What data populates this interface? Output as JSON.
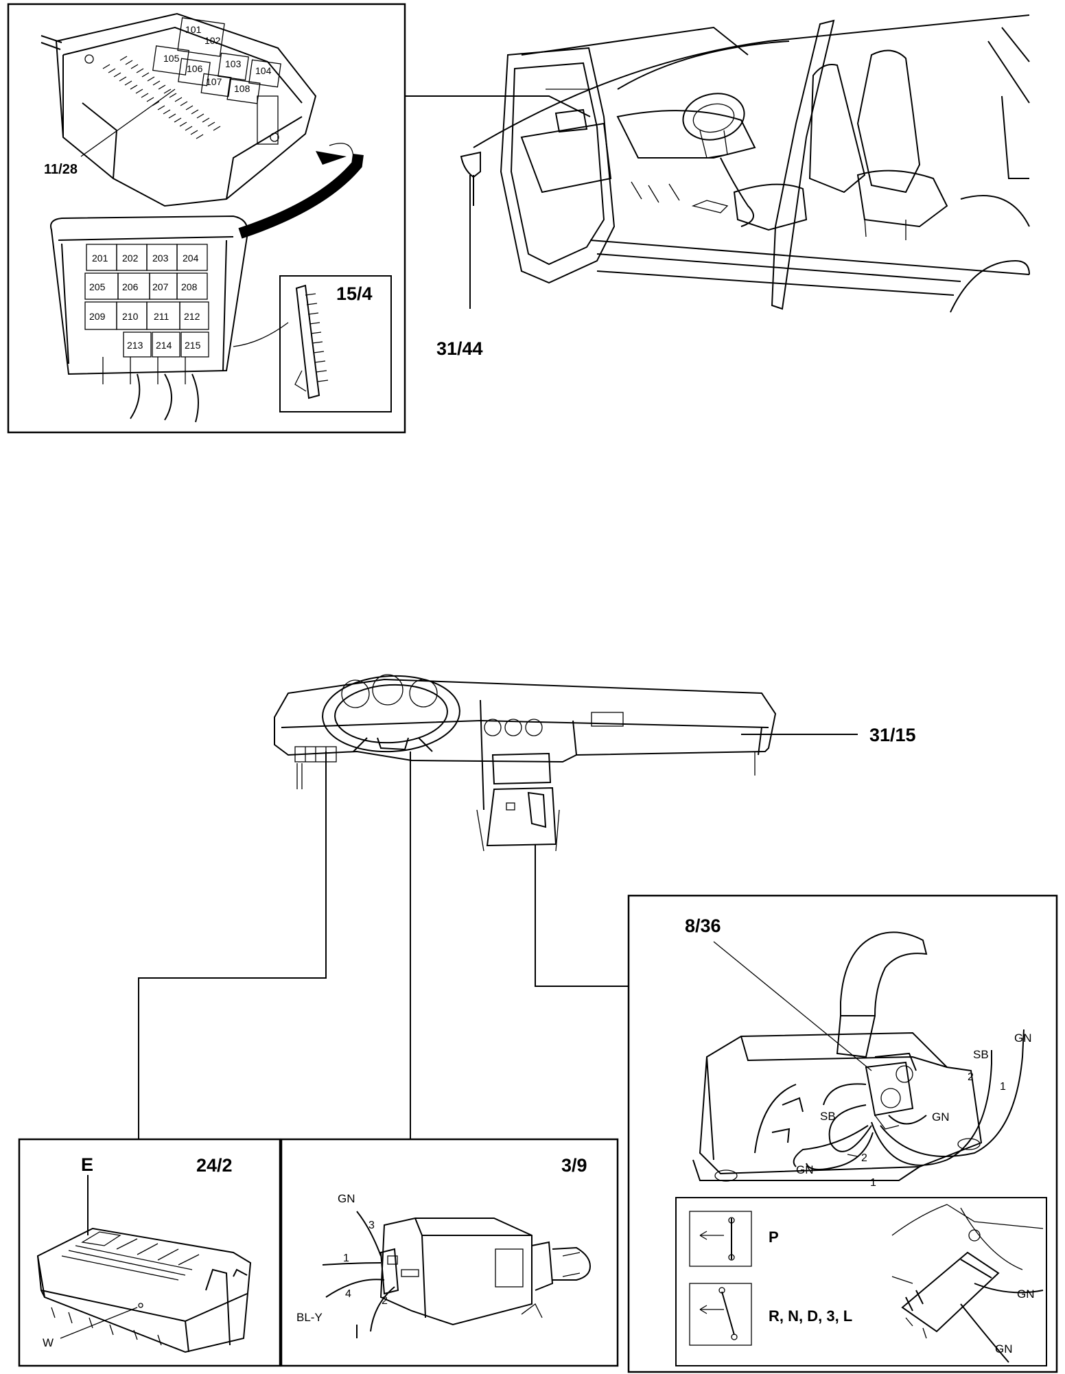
{
  "references": {
    "fuse_box_pins": "11/28",
    "relay_connector": "15/4",
    "door_location": "31/44",
    "dashboard_location": "31/15",
    "gear_selector": "8/36",
    "central_electronic_module": "24/2",
    "brake_light_switch": "3/9"
  },
  "relay_positions_upper": [
    "101",
    "102",
    "105",
    "106",
    "103",
    "107",
    "104",
    "108"
  ],
  "relay_positions_lower": [
    "201",
    "202",
    "203",
    "204",
    "205",
    "206",
    "207",
    "208",
    "209",
    "210",
    "211",
    "212",
    "213",
    "214",
    "215"
  ],
  "cem_labels": {
    "connector": "E",
    "housing": "W"
  },
  "brake_switch": {
    "wire_top": "GN",
    "wire_bottom": "BL-Y",
    "pins": [
      "3",
      "1",
      "4",
      "2"
    ]
  },
  "gear_selector": {
    "wires": [
      "GN",
      "SB",
      "SB",
      "GN",
      "GN"
    ],
    "pins": [
      "2",
      "1",
      "2",
      "1"
    ],
    "positions": {
      "park": "P",
      "drive": "R, N, D, 3, L"
    },
    "detail_wires": [
      "GN",
      "GN"
    ]
  }
}
